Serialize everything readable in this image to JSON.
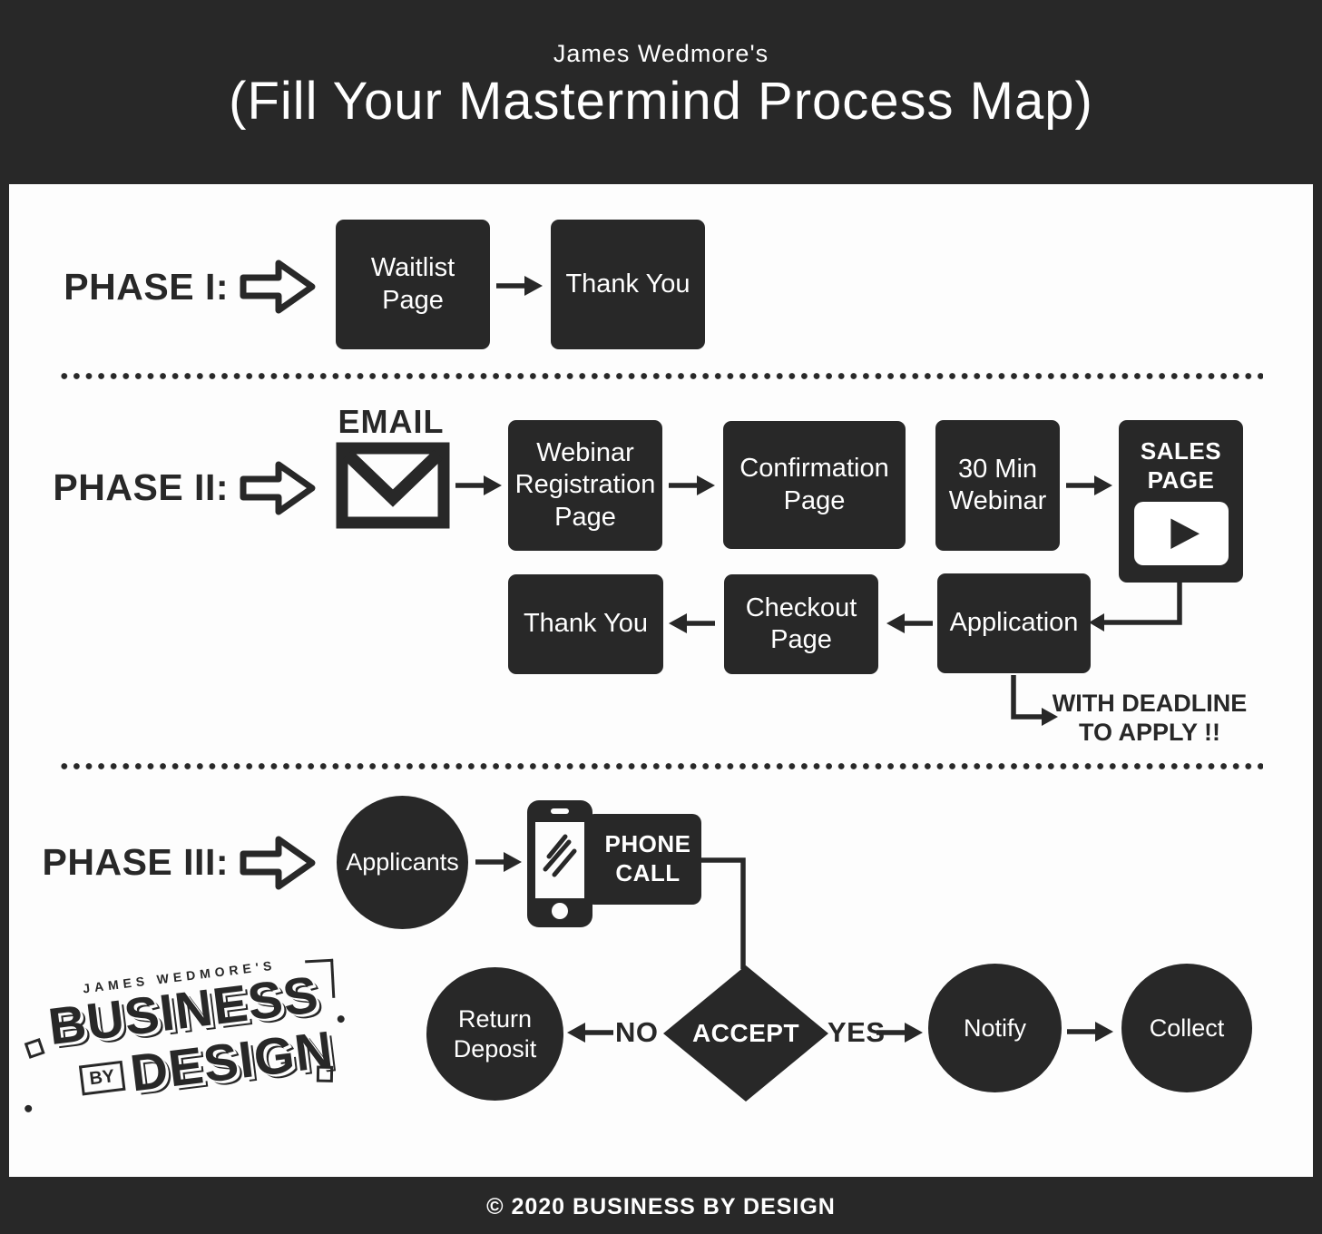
{
  "header": {
    "kicker": "James Wedmore's",
    "title": "(Fill Your Mastermind Process Map)"
  },
  "phase1": {
    "label": "PHASE I:",
    "boxes": [
      "Waitlist Page",
      "Thank You"
    ]
  },
  "phase2": {
    "label": "PHASE II:",
    "email_label": "EMAIL",
    "row1": [
      "Webinar Registration Page",
      "Confirmation Page",
      "30 Min Webinar",
      "SALES PAGE"
    ],
    "row2": [
      "Thank You",
      "Checkout Page",
      "Application"
    ],
    "deadline_note": "WITH DEADLINE TO APPLY !!"
  },
  "phase3": {
    "label": "PHASE III:",
    "applicants": "Applicants",
    "phone_call": "PHONE CALL",
    "decision": "ACCEPT",
    "no_label": "NO",
    "yes_label": "YES",
    "no_branch": "Return Deposit",
    "notify": "Notify",
    "collect": "Collect"
  },
  "logo": {
    "kicker": "JAMES WEDMORE'S",
    "business": "BUSINESS",
    "by": "BY",
    "design": "DESIGN"
  },
  "footer": {
    "copyright": "© 2020 BUSINESS BY DESIGN"
  },
  "icons": {
    "email": "envelope-icon",
    "phone": "smartphone-icon",
    "video": "play-button-icon",
    "phase_marker": "block-arrow-right-icon"
  },
  "colors": {
    "ink": "#282828",
    "paper": "#fdfdfd"
  }
}
